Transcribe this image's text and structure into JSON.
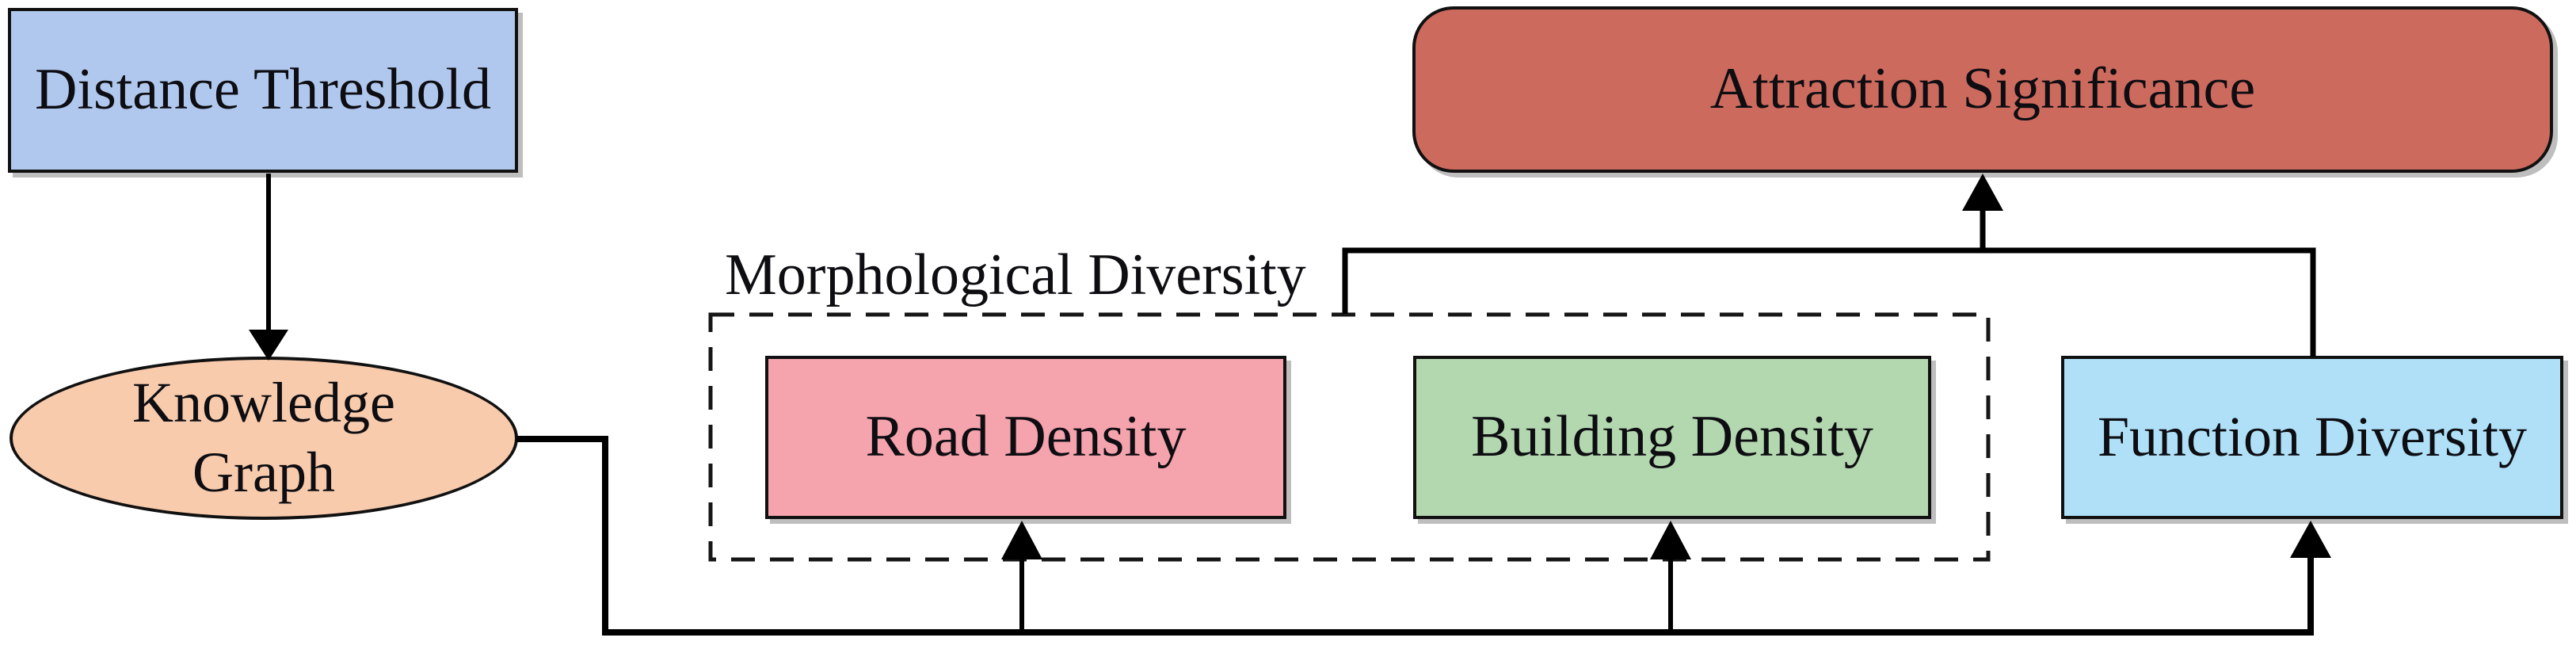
{
  "diagram": {
    "background": "#ffffff",
    "line_color": "#000000",
    "nodes": {
      "distance_threshold": {
        "label": "Distance Threshold",
        "shape": "rectangle",
        "fill": "#b1c8ee"
      },
      "knowledge_graph": {
        "label": "Knowledge Graph",
        "line1": "Knowledge",
        "line2": "Graph",
        "shape": "ellipse",
        "fill": "#f8cbad"
      },
      "morphological_diversity_group": {
        "label": "Morphological Diversity",
        "shape": "dashed-rectangle",
        "fill": "none"
      },
      "road_density": {
        "label": "Road Density",
        "shape": "rectangle",
        "fill": "#f5a3ad"
      },
      "building_density": {
        "label": "Building Density",
        "shape": "rectangle",
        "fill": "#b3d7af"
      },
      "function_diversity": {
        "label": "Function Diversity",
        "shape": "rectangle",
        "fill": "#afe0f7"
      },
      "attraction_significance": {
        "label": "Attraction Significance",
        "shape": "rounded-rectangle",
        "fill": "#cd6a5e"
      }
    },
    "edges": [
      {
        "from": "distance_threshold",
        "to": "knowledge_graph",
        "arrow": true
      },
      {
        "from": "knowledge_graph",
        "to": "road_density",
        "arrow": true
      },
      {
        "from": "knowledge_graph",
        "to": "building_density",
        "arrow": true
      },
      {
        "from": "knowledge_graph",
        "to": "function_diversity",
        "arrow": true
      },
      {
        "from": "morphological_diversity_group",
        "to": "attraction_significance",
        "arrow": true
      },
      {
        "from": "function_diversity",
        "to": "attraction_significance",
        "arrow": true
      }
    ]
  }
}
